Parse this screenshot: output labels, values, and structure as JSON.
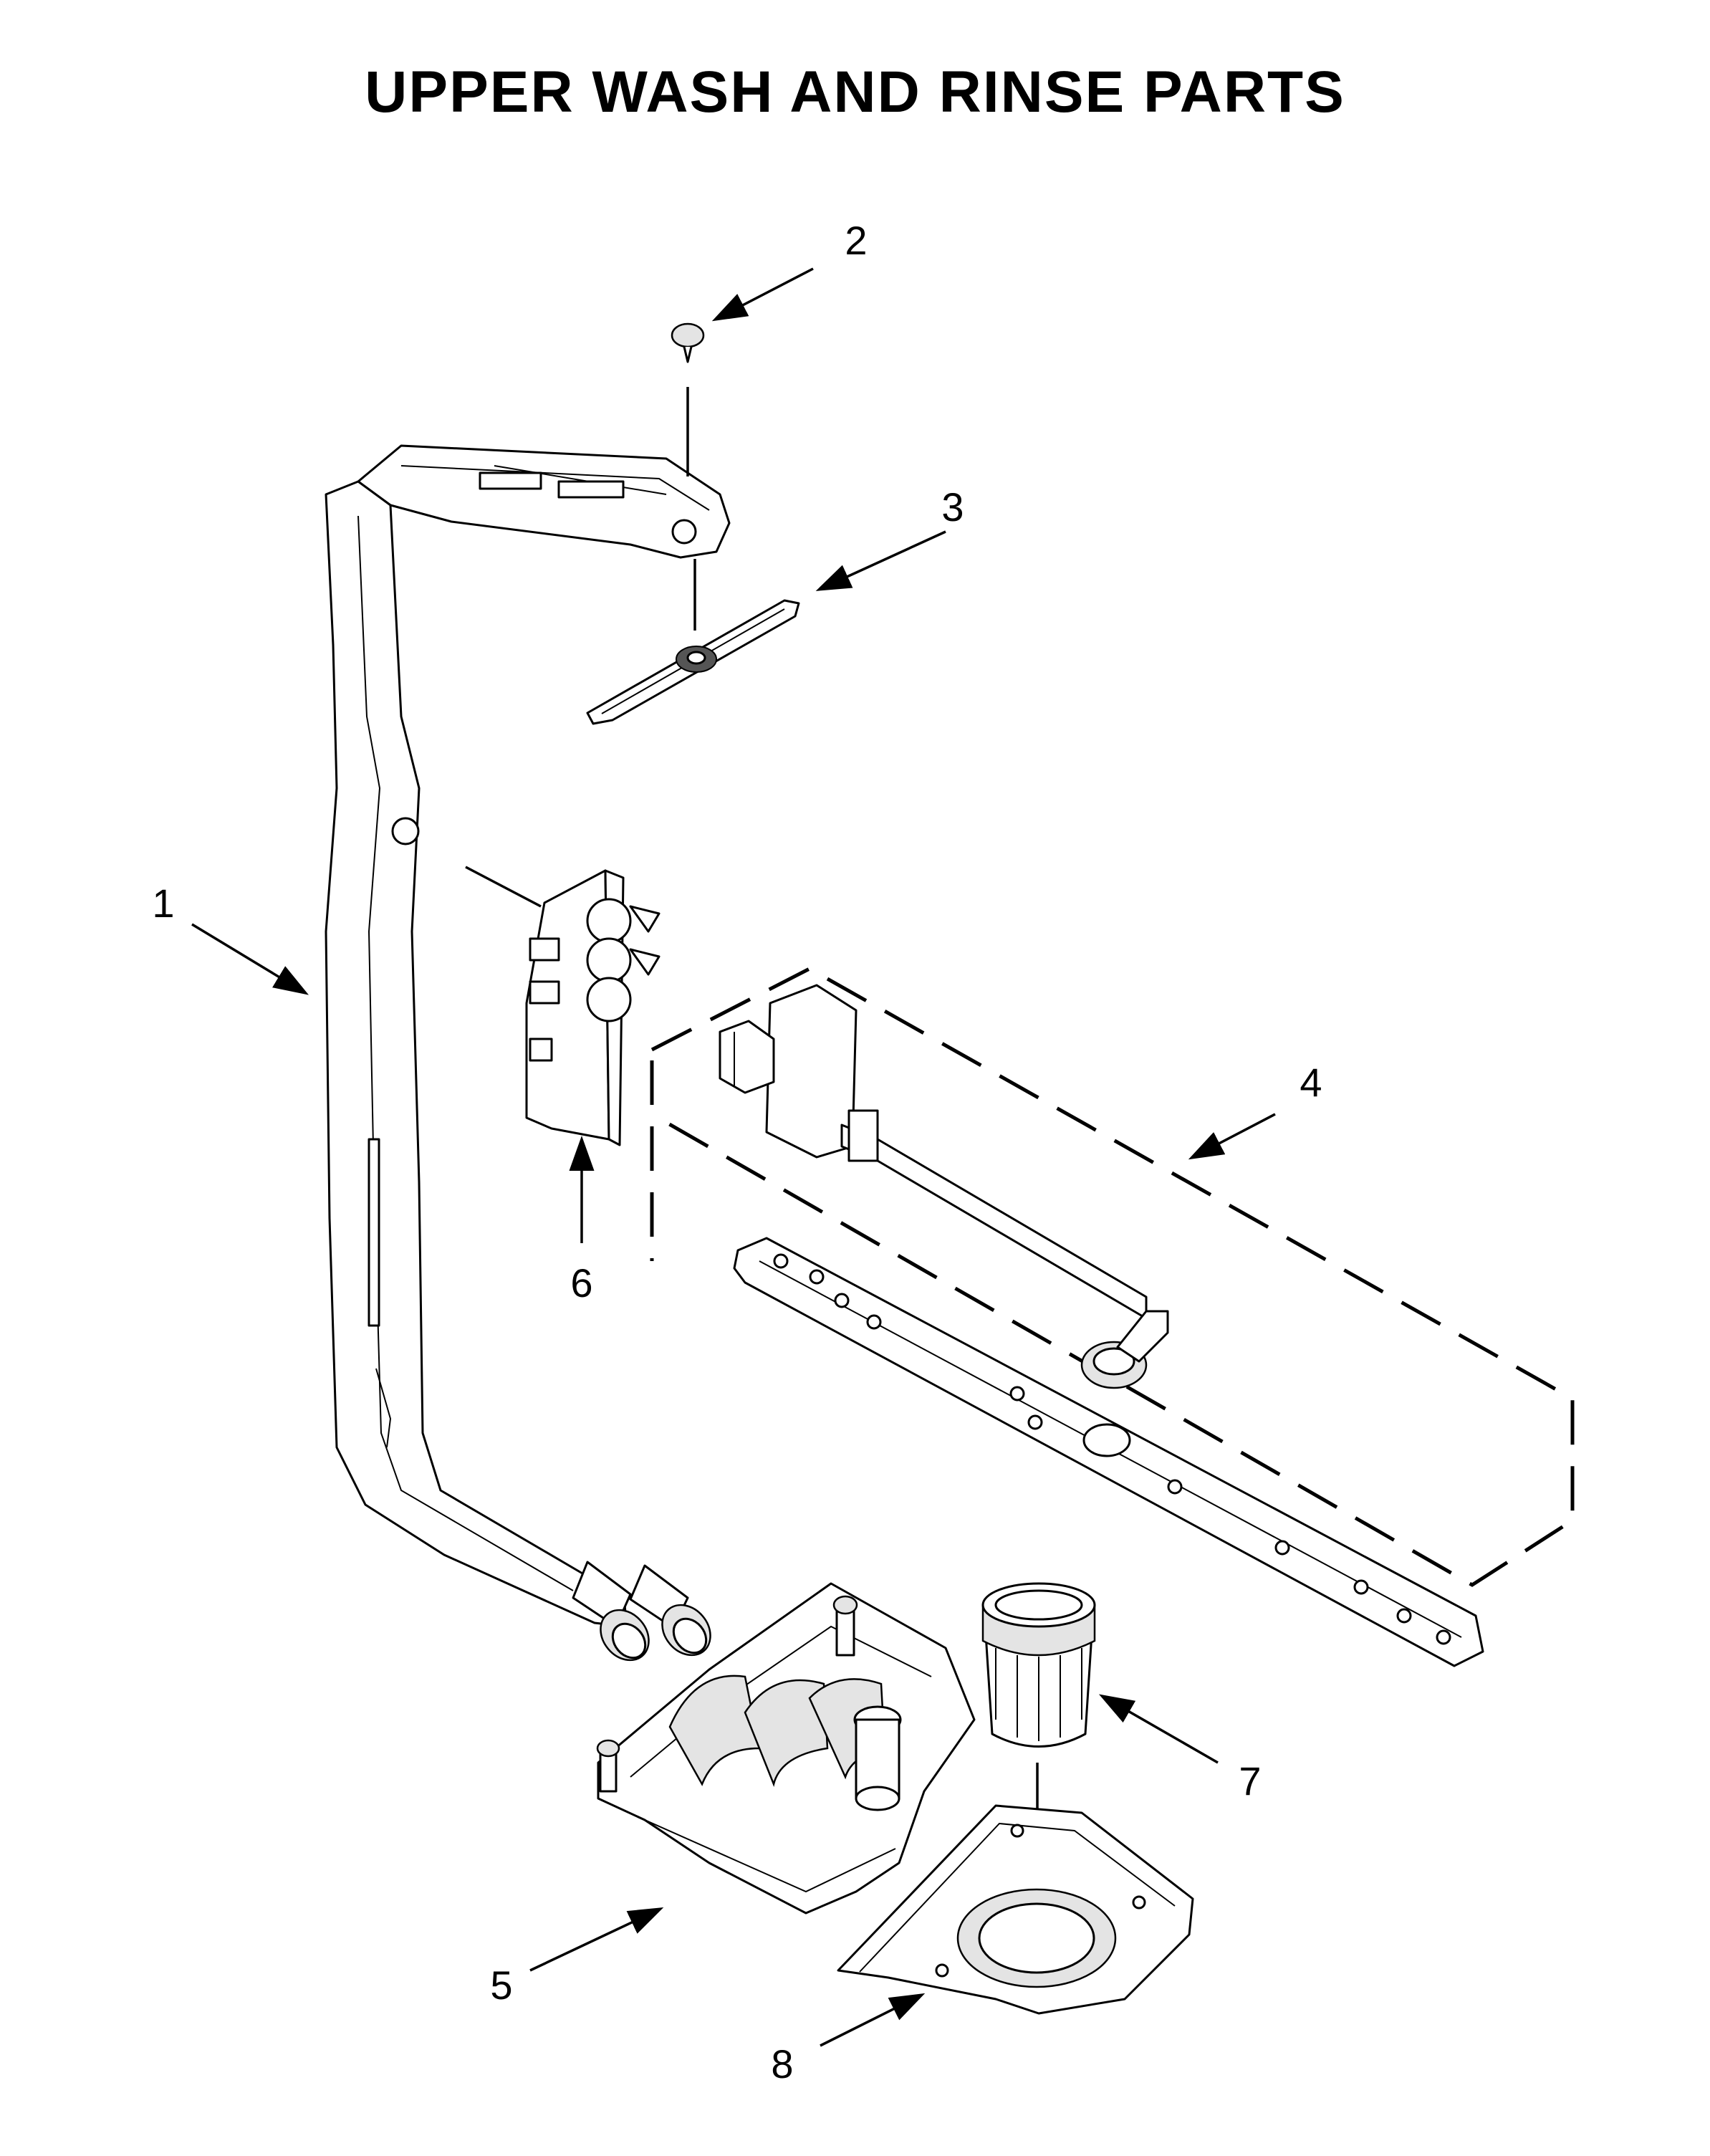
{
  "title": "UPPER WASH AND RINSE PARTS",
  "callouts": [
    {
      "id": "1",
      "label": "1"
    },
    {
      "id": "2",
      "label": "2"
    },
    {
      "id": "3",
      "label": "3"
    },
    {
      "id": "4",
      "label": "4"
    },
    {
      "id": "5",
      "label": "5"
    },
    {
      "id": "6",
      "label": "6"
    },
    {
      "id": "7",
      "label": "7"
    },
    {
      "id": "8",
      "label": "8"
    }
  ]
}
